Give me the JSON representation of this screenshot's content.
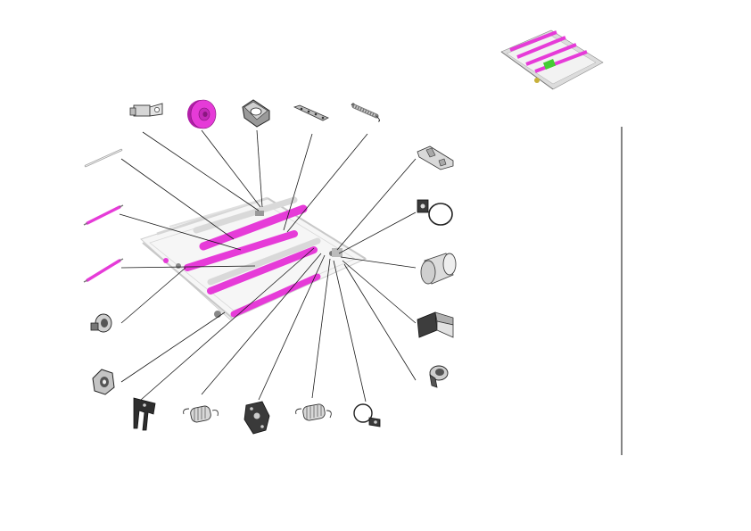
{
  "diagram": {
    "kind": "exploded-parts-view",
    "colors": {
      "highlight": "#e63bd8",
      "highlight_dark": "#b21fa8",
      "line": "#1a1a1a",
      "part_gray": "#bdbdbd",
      "part_light": "#e6e6e6",
      "assembly_ghost": "#cfcfcf",
      "divider": "#333333"
    },
    "parts": [
      {
        "id": "bracket-top-left",
        "icon": "mounting-bracket-icon"
      },
      {
        "id": "gear-magenta",
        "icon": "gear-icon"
      },
      {
        "id": "plate-with-hole",
        "icon": "mounting-plate-icon"
      },
      {
        "id": "link-bar",
        "icon": "link-bar-icon"
      },
      {
        "id": "spring-top",
        "icon": "spring-icon"
      },
      {
        "id": "guide-rail-top-right",
        "icon": "guide-rail-icon"
      },
      {
        "id": "shaft-thin",
        "icon": "shaft-icon"
      },
      {
        "id": "roller-upper",
        "icon": "roller-icon"
      },
      {
        "id": "roller-lower",
        "icon": "roller-icon"
      },
      {
        "id": "bushing",
        "icon": "bushing-icon"
      },
      {
        "id": "cam-plate",
        "icon": "cam-icon"
      },
      {
        "id": "ring-bracket",
        "icon": "ring-bracket-icon"
      },
      {
        "id": "sleeve-cylinder",
        "icon": "cylinder-icon"
      },
      {
        "id": "l-bracket",
        "icon": "l-bracket-icon"
      },
      {
        "id": "collar",
        "icon": "collar-icon"
      },
      {
        "id": "fork-lever",
        "icon": "fork-lever-icon"
      },
      {
        "id": "spring-bottom-left",
        "icon": "spring-icon"
      },
      {
        "id": "holder-plate",
        "icon": "holder-plate-icon"
      },
      {
        "id": "spring-bottom-right",
        "icon": "spring-icon"
      },
      {
        "id": "ring-clip",
        "icon": "ring-clip-icon"
      }
    ],
    "assembly": {
      "icon": "roller-assembly-icon"
    },
    "thumbnail": {
      "icon": "assembly-thumbnail-icon"
    }
  }
}
